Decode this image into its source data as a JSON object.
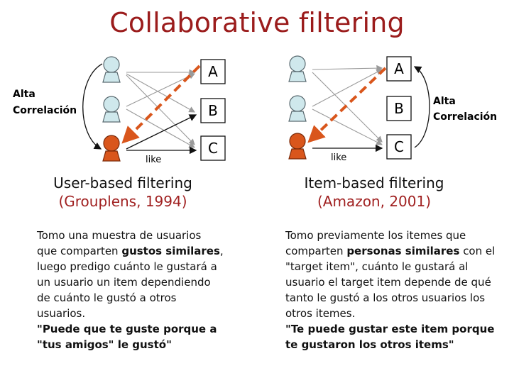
{
  "title": "Collaborative filtering",
  "left": {
    "correlation_label_1": "Alta",
    "correlation_label_2": "Correlación",
    "items": [
      "A",
      "B",
      "C"
    ],
    "like_label": "like",
    "method_title": "User-based filtering",
    "method_citation": "(Grouplens, 1994)",
    "desc_lines": [
      [
        "Tomo una muestra de usuarios"
      ],
      [
        "que comparten ",
        "gustos similares",
        ","
      ],
      [
        "luego predigo cuánto le gustará a"
      ],
      [
        "un usuario un item dependiendo"
      ],
      [
        "de cuánto le gustó a otros"
      ],
      [
        "usuarios."
      ]
    ],
    "quote_line_1": "\"Puede que te guste porque a",
    "quote_line_2": "\"tus amigos\" le gustó\""
  },
  "right": {
    "correlation_label_1": "Alta",
    "correlation_label_2": "Correlación",
    "items": [
      "A",
      "B",
      "C"
    ],
    "like_label": "like",
    "method_title": "Item-based filtering",
    "method_citation": "(Amazon, 2001)",
    "desc_lines": [
      [
        "Tomo previamente los itemes que"
      ],
      [
        "comparten ",
        "personas similares",
        " con el"
      ],
      [
        "\"target item\", cuánto le gustará al"
      ],
      [
        "usuario el target item depende de qué"
      ],
      [
        "tanto le gustó a los otros usuarios los"
      ],
      [
        "otros itemes."
      ]
    ],
    "quote_line_1": "\"Te puede gustar este item porque",
    "quote_line_2": "te gustaron los otros items\""
  },
  "colors": {
    "title": "#9b1c1c",
    "citation": "#a02020",
    "user_fill": "#cfe8ec",
    "target_user_fill": "#d9561c",
    "dashed_arrow": "#d9561c",
    "gray_arrow": "#9a9a9a"
  }
}
